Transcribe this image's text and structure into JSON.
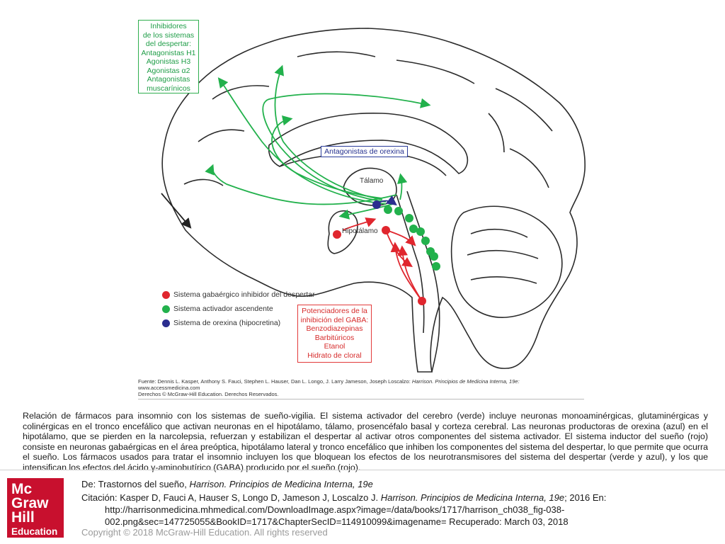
{
  "figure": {
    "inhibitors_box": {
      "lines": [
        "Inhibidores",
        "de los sistemas",
        "del despertar:",
        "Antagonistas H1",
        "Agonistas H3",
        "Agonistas α2",
        "Antagonistas",
        "muscarínicos"
      ]
    },
    "orexin_box": {
      "label": "Antagonistas de orexina"
    },
    "gaba_box": {
      "lines": [
        "Potenciadores de la",
        "inhibición del GABA:",
        "Benzodiazepinas",
        "Barbitúricos",
        "Etanol",
        "Hidrato de cloral"
      ]
    },
    "labels": {
      "talamo": "Tálamo",
      "hipotalamo": "Hipotálamo"
    },
    "legend": [
      {
        "label": "Sistema gabaérgico inhibidor del despertar",
        "color": "#e0262e"
      },
      {
        "label": "Sistema activador ascendente",
        "color": "#22b14c"
      },
      {
        "label": "Sistema de orexina (hipocretina)",
        "color": "#2b2d8f"
      }
    ],
    "source": {
      "line1_prefix": "Fuente: Dennis L. Kasper, Anthony S. Fauci, Stephen L. Hauser, Dan L. Longo, J. Larry Jameson, Joseph Loscalzo: ",
      "line1_title": "Harrison. Principios de Medicina Interna, 19e:",
      "line2": "www.accessmedicina.com",
      "line3": "Derechos © McGraw-Hill Education. Derechos Reservados."
    },
    "colors": {
      "green": "#22b14c",
      "red": "#e0262e",
      "blue": "#2b2d8f",
      "outline": "#2b2b2b"
    }
  },
  "caption": "Relación de fármacos para insomnio con los sistemas de sueño-vigilia. El sistema activador del cerebro (verde) incluye neuronas monoaminérgicas, glutaminérgicas y colinérgicas en el tronco encefálico que activan neuronas en el hipotálamo, tálamo, prosencéfalo basal y corteza cerebral. Las neuronas productoras de orexina (azul) en el hipotálamo, que se pierden en la narcolepsia, refuerzan y estabilizan el despertar al activar otros componentes del sistema activador. El sistema inductor del sueño (rojo) consiste en neuronas gabaérgicas en el área preóptica, hipotálamo lateral y tronco encefálico que inhiben los componentes del sistema del despertar, lo que permite que ocurra el sueño. Los fármacos usados para tratar el insomnio incluyen los que bloquean los efectos de los neurotransmisores del sistema del despertar (verde y azul), y los que intensifican los efectos del ácido γ-aminobutírico (GABA) producido por el sueño (rojo).",
  "footer": {
    "logo": {
      "line1": "Mc",
      "line2": "Graw",
      "line3": "Hill",
      "line4": "Education"
    },
    "de_prefix": "De: Trastornos del sueño, ",
    "de_title": "Harrison. Principios de Medicina Interna, 19e",
    "citation_prefix": "Citación: Kasper D, Fauci A, Hauser S, Longo D, Jameson J, Loscalzo J. ",
    "citation_title": "Harrison. Principios de Medicina Interna, 19e",
    "citation_suffix": "; 2016 En:",
    "citation_url": "http://harrisonmedicina.mhmedical.com/DownloadImage.aspx?image=/data/books/1717/harrison_ch038_fig-038-002.png&sec=147725055&BookID=1717&ChapterSecID=114910099&imagename= Recuperado: March 03, 2018",
    "copyright": "Copyright © 2018 McGraw-Hill Education. All rights reserved"
  }
}
